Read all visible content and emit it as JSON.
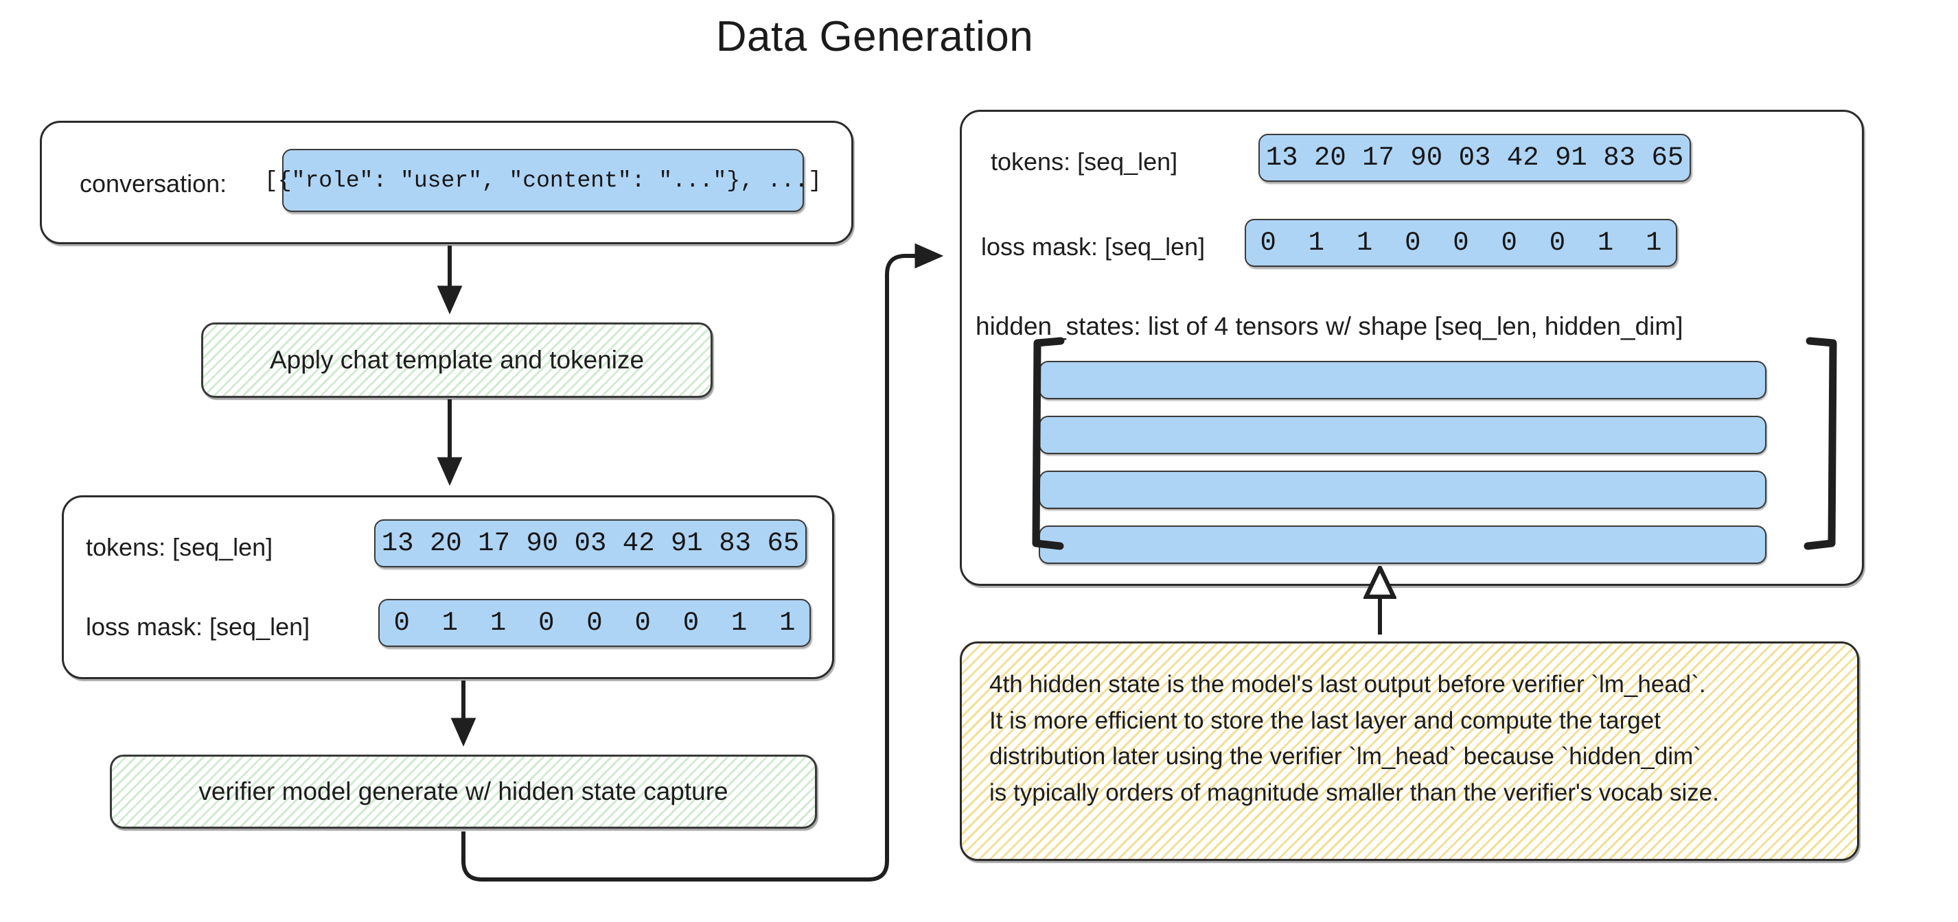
{
  "title": "Data Generation",
  "input_panel": {
    "label": "conversation:",
    "value": "[{\"role\": \"user\", \"content\": \"...\"}, ...]"
  },
  "steps": [
    {
      "label": "Apply chat template and tokenize"
    },
    {
      "label": "verifier model generate w/ hidden state capture"
    }
  ],
  "tokenized_panel": {
    "tokens_label": "tokens: [seq_len]",
    "tokens_value": "13 20 17 90 03 42 91 83 65",
    "loss_mask_label": "loss mask: [seq_len]",
    "loss_mask_value": "0  1  1  0  0  0  0  1  1"
  },
  "output_panel": {
    "tokens_label": "tokens: [seq_len]",
    "tokens_value": "13 20 17 90 03 42 91 83 65",
    "loss_mask_label": "loss mask: [seq_len]",
    "loss_mask_value": "0  1  1  0  0  0  0  1  1",
    "hidden_states_label": "hidden_states: list of 4 tensors w/ shape [seq_len, hidden_dim]",
    "hidden_state_count": 4
  },
  "note": {
    "lines": [
      "4th hidden state is the model's last output before verifier `lm_head`.",
      "It is more efficient to store the last layer and compute the target",
      "distribution later using the verifier `lm_head` because `hidden_dim`",
      "is typically orders of magnitude smaller than the verifier's vocab size."
    ]
  },
  "colors": {
    "chip_blue": "#aed4f5",
    "process_green": "#8ccd8c",
    "note_yellow": "#e9c43c",
    "stroke": "#2b2b2b",
    "background": "#ffffff"
  }
}
